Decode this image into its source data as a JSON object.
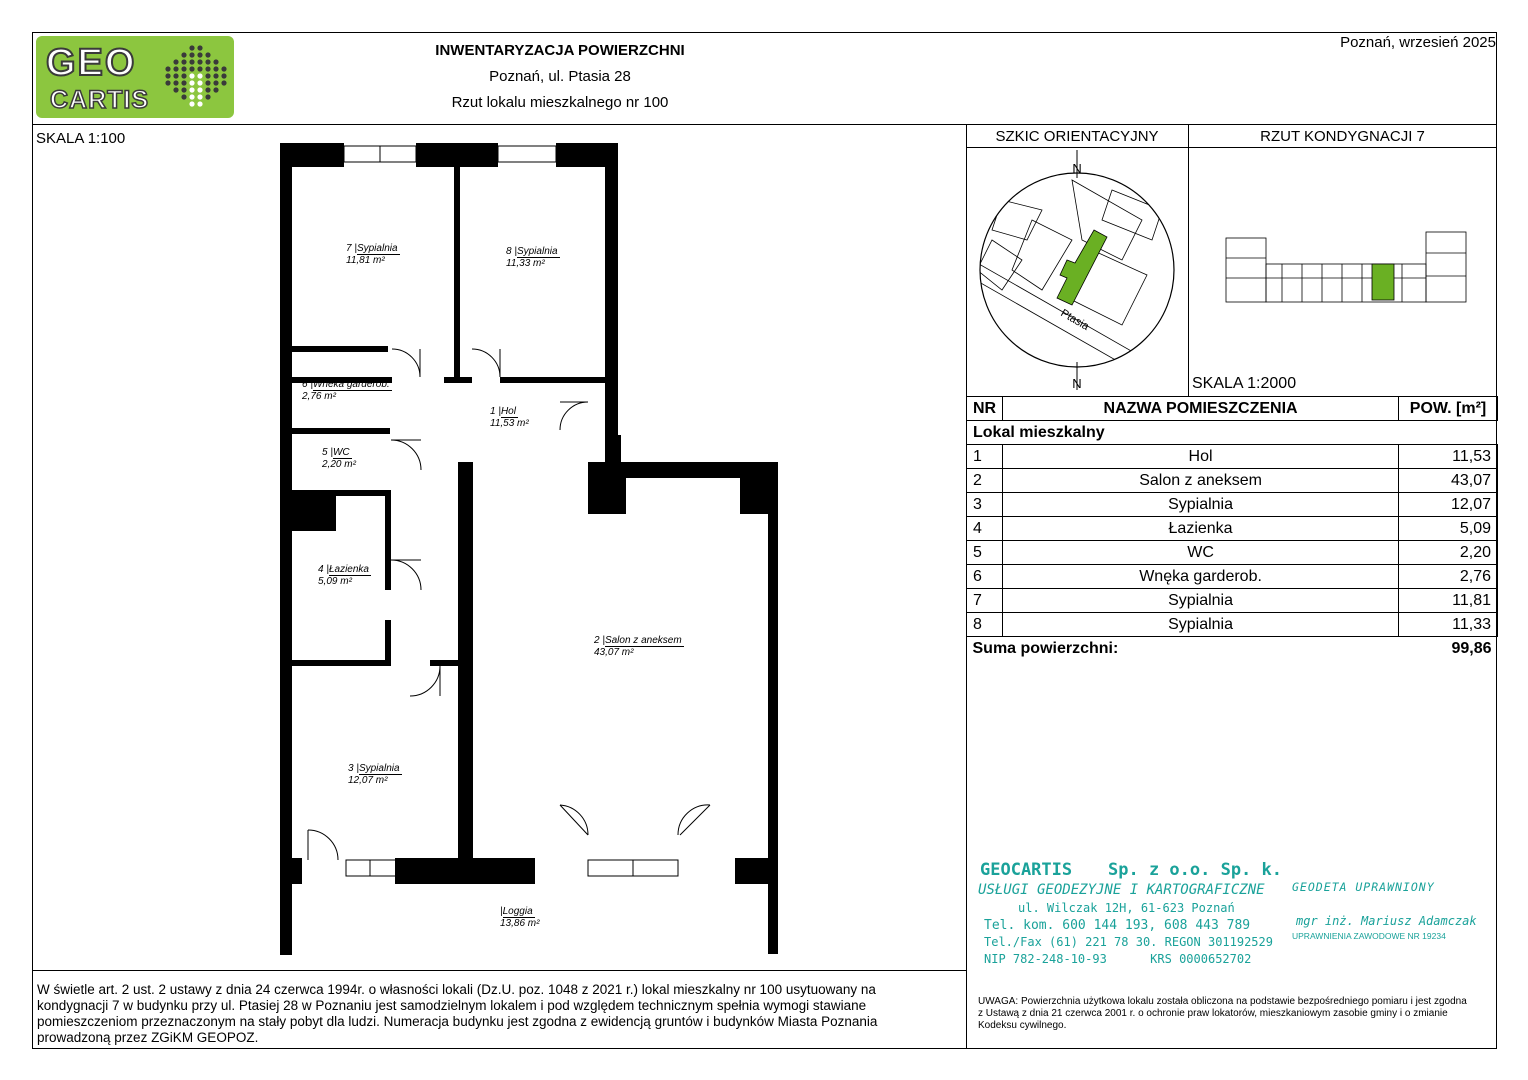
{
  "header": {
    "logo_top": "GEO",
    "logo_bottom": "CARTIS",
    "title": "INWENTARYZACJA POWIERZCHNI",
    "address": "Poznań, ul. Ptasia 28",
    "subtitle": "Rzut lokalu mieszkalnego nr 100",
    "place_date": "Poznań, wrzesień 2025"
  },
  "plan": {
    "scale": "SKALA 1:100",
    "rooms": [
      {
        "nr": "7",
        "name": "Sypialnia",
        "area": "11,81 m²"
      },
      {
        "nr": "8",
        "name": "Sypialnia",
        "area": "11,33 m²"
      },
      {
        "nr": "6",
        "name": "Wneka garderob.",
        "area": "2,76 m²"
      },
      {
        "nr": "1",
        "name": "Hol",
        "area": "11,53 m²"
      },
      {
        "nr": "5",
        "name": "WC",
        "area": "2,20 m²"
      },
      {
        "nr": "4",
        "name": "Łazienka",
        "area": "5,09 m²"
      },
      {
        "nr": "2",
        "name": "Salon z aneksem",
        "area": "43,07 m²"
      },
      {
        "nr": "3",
        "name": "Sypialnia",
        "area": "12,07 m²"
      },
      {
        "nr": "",
        "name": "Loggia",
        "area": "13,86 m²"
      }
    ]
  },
  "orientation": {
    "heading": "SZKIC ORIENTACYJNY",
    "street": "Ptasia",
    "north": "N",
    "accent_color": "#6ab023"
  },
  "floorplan": {
    "heading": "RZUT KONDYGNACJI 7",
    "scale": "SKALA 1:2000"
  },
  "table": {
    "col_nr": "NR",
    "col_name": "NAZWA POMIESZCZENIA",
    "col_area": "POW. [m²]",
    "group": "Lokal mieszkalny",
    "rows": [
      {
        "nr": "1",
        "name": "Hol",
        "area": "11,53"
      },
      {
        "nr": "2",
        "name": "Salon z aneksem",
        "area": "43,07"
      },
      {
        "nr": "3",
        "name": "Sypialnia",
        "area": "12,07"
      },
      {
        "nr": "4",
        "name": "Łazienka",
        "area": "5,09"
      },
      {
        "nr": "5",
        "name": "WC",
        "area": "2,20"
      },
      {
        "nr": "6",
        "name": "Wnęka garderob.",
        "area": "2,76"
      },
      {
        "nr": "7",
        "name": "Sypialnia",
        "area": "11,81"
      },
      {
        "nr": "8",
        "name": "Sypialnia",
        "area": "11,33"
      }
    ],
    "sum_label": "Suma powierzchni:",
    "sum_value": "99,86"
  },
  "stamp": {
    "company": "GEOCARTIS",
    "company_form": "Sp. z o.o. Sp. k.",
    "services": "USŁUGI GEODEZYJNE I KARTOGRAFICZNE",
    "street": "ul. Wilczak 12H, 61-623 Poznań",
    "phone": "Tel. kom. 600 144 193, 608 443 789",
    "fax": "Tel./Fax (61) 221 78 30. REGON 301192529",
    "nip": "NIP 782-248-10-93      KRS 0000652702",
    "color": "#1aa29a"
  },
  "surveyor": {
    "title": "GEODETA UPRAWNIONY",
    "name": "mgr inż. Mariusz Adamczak",
    "license": "UPRAWNIENIA ZAWODOWE NR 19234"
  },
  "footer": {
    "legal": "W świetle art. 2 ust. 2 ustawy z dnia 24 czerwca 1994r. o własności lokali (Dz.U. poz. 1048 z 2021 r.) lokal mieszkalny nr 100 usytuowany na kondygnacji 7 w budynku przy ul. Ptasiej 28 w Poznaniu jest samodzielnym lokalem i pod względem technicznym spełnia wymogi stawiane pomieszczeniom przeznaczonym na stały pobyt dla ludzi. Numeracja budynku jest zgodna z ewidencją gruntów i budynków Miasta Poznania prowadzoną przez ZGiKM GEOPOZ.",
    "uwaga": "UWAGA: Powierzchnia użytkowa lokalu została obliczona na podstawie bezpośredniego pomiaru i jest zgodna z Ustawą z dnia 21 czerwca 2001 r. o ochronie praw lokatorów, mieszkaniowym zasobie gminy i o zmianie Kodeksu cywilnego."
  }
}
